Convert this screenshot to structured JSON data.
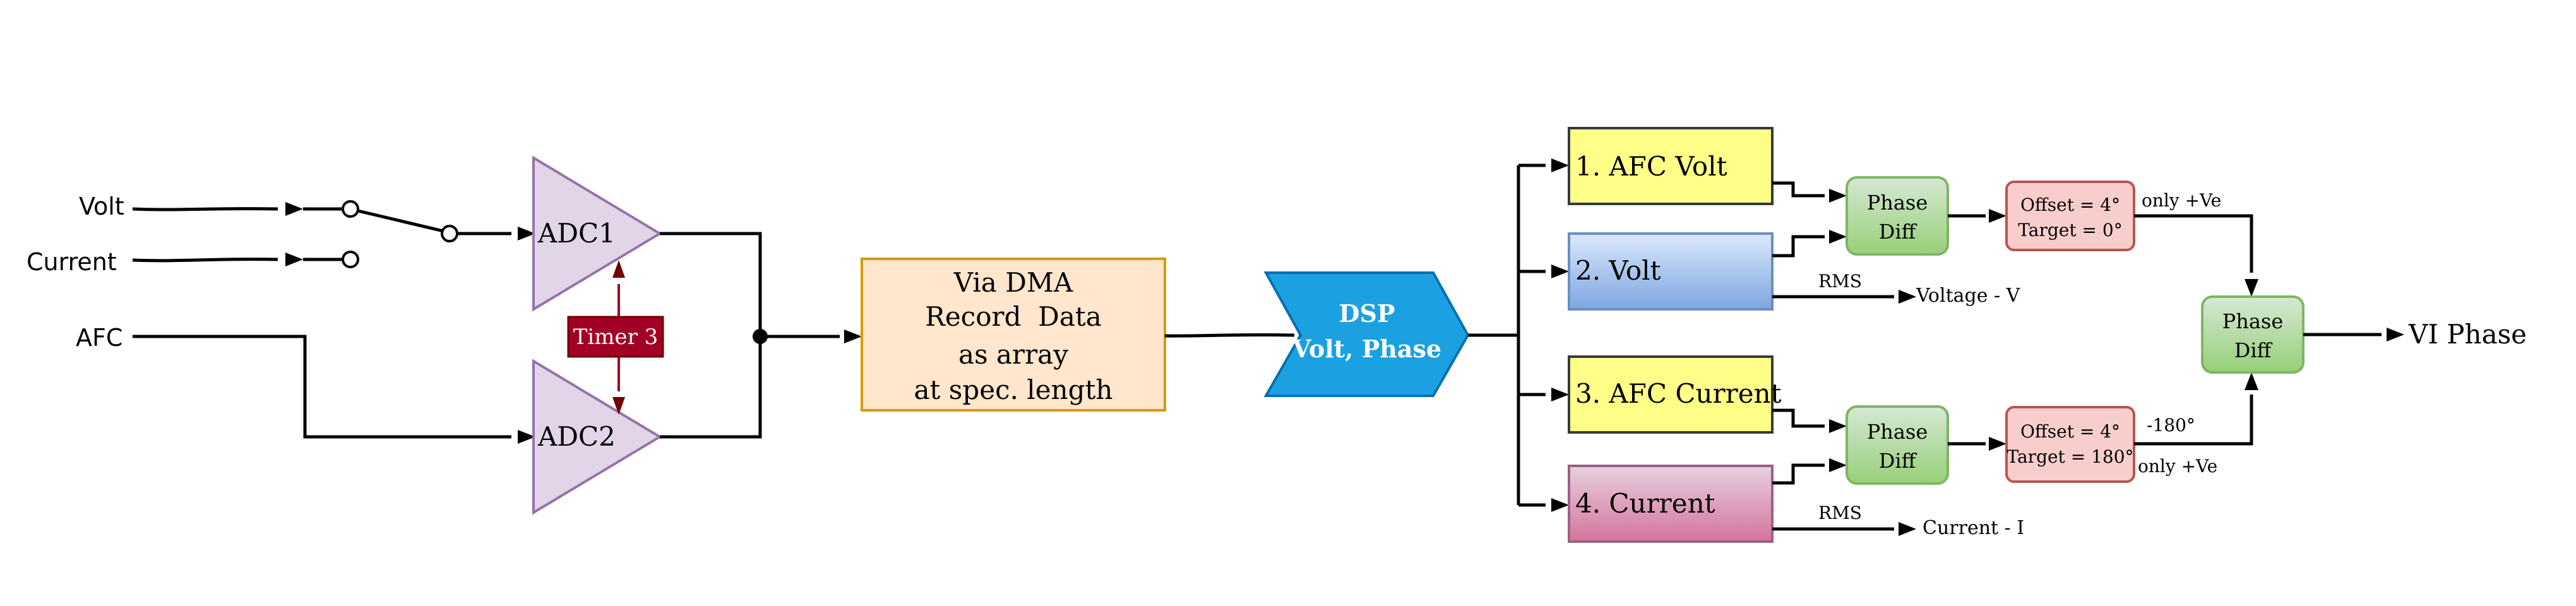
{
  "inputs": {
    "volt": "Volt",
    "current": "Current",
    "afc": "AFC"
  },
  "adc": {
    "adc1": "ADC1",
    "adc2": "ADC2",
    "timer": "Timer 3"
  },
  "dma": {
    "line1": "Via DMA",
    "line2": "Record  Data",
    "line3": "as array",
    "line4": "at spec. length"
  },
  "dsp": {
    "line1": "DSP",
    "line2": "Volt, Phase"
  },
  "channels": {
    "afc_volt": "1. AFC Volt",
    "volt": "2. Volt",
    "afc_current": "3. AFC Current",
    "current": "4. Current"
  },
  "phase_diff": {
    "line1": "Phase",
    "line2": "Diff"
  },
  "offsets": {
    "top": {
      "offset": "Offset = 4°",
      "target": "Target = 0°"
    },
    "bottom": {
      "offset": "Offset = 4°",
      "target": "Target = 180°"
    }
  },
  "labels": {
    "rms": "RMS",
    "voltage_out": "Voltage - V",
    "current_out": "Current - I",
    "only_pos": "only +Ve",
    "minus180": "-180°",
    "vi_phase": "VI Phase"
  },
  "colors": {
    "adc_fill": "#e1d5e7",
    "adc_stroke": "#9673a6",
    "timer_fill": "#a20025",
    "timer_stroke": "#6f0000",
    "dma_fill": "#ffe6cc",
    "dma_stroke": "#d79b00",
    "dsp_fill": "#1ba1e2",
    "dsp_stroke": "#006eaf",
    "yellow_fill": "#ffff88",
    "yellow_stroke": "#36393d",
    "blue_grad_top": "#dae8fc",
    "blue_grad_bottom": "#7ea6e0",
    "blue_stroke": "#6c8ebf",
    "pink_grad_top": "#e6d0de",
    "pink_grad_bottom": "#d5739d",
    "pink_stroke": "#996185",
    "green_grad_top": "#d5e8d4",
    "green_grad_bottom": "#97d077",
    "green_stroke": "#82b366",
    "red_fill": "#f8cecc",
    "red_stroke": "#b85450"
  }
}
